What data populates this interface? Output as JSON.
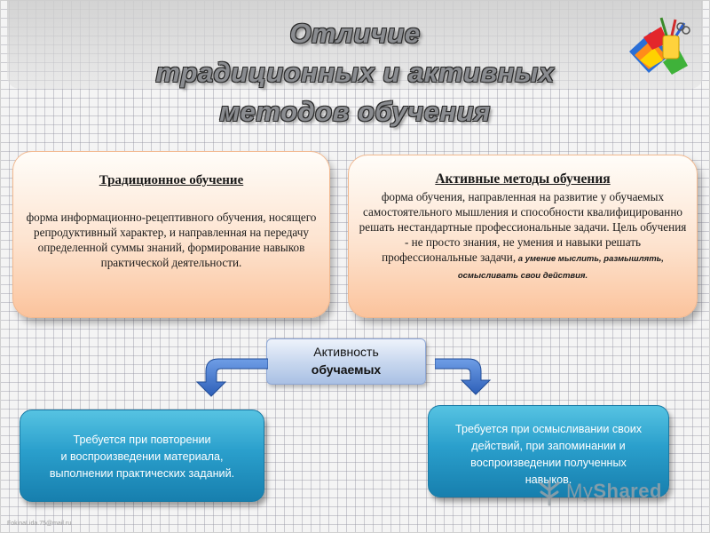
{
  "title": {
    "line1": "Отличие",
    "line2": "традиционных и активных",
    "line3": "методов обучения"
  },
  "cards": {
    "traditional": {
      "heading": "Традиционное обучение",
      "text": "форма информационно-рецептивного обучения, носящего репродуктивный характер, и направленная на передачу определенной суммы знаний, формирование навыков практической деятельности."
    },
    "active": {
      "heading": "Активные методы обучения",
      "text": "форма обучения, направленная на развитие у обучаемых самостоятельного мышления и способности квалифицированно решать нестандартные профессиональные задачи. Цель обучения - не просто знания, не умения и навыки решать профессиональные задачи,",
      "emphasis": " а умение мыслить, размышлять, осмысливать свои действия."
    }
  },
  "center": {
    "line1": "Активность",
    "line2": "обучаемых"
  },
  "bottom": {
    "left": {
      "line1": "Требуется при повторении",
      "line2": "и воспроизведении материала,",
      "line3": "выполнении практических заданий."
    },
    "right": {
      "line1": "Требуется при  осмысливании своих",
      "line2": "действий, при запоминании и",
      "line3": "воспроизведении полученных",
      "line4": "навыков."
    }
  },
  "footer": "FokinaLida.75@mail.ru",
  "watermark": {
    "part1": "My",
    "part2": "Shared"
  },
  "colors": {
    "card_peach": "#fbc39c",
    "teal": "#2a9fcc",
    "arrow_blue": "#3a6fc4",
    "title_gray": "#8a8c90"
  },
  "icons": {
    "logo": "school-supplies-icon",
    "arrows": "curved-down-arrow-icon",
    "watermark": "myshared-logo-icon"
  }
}
